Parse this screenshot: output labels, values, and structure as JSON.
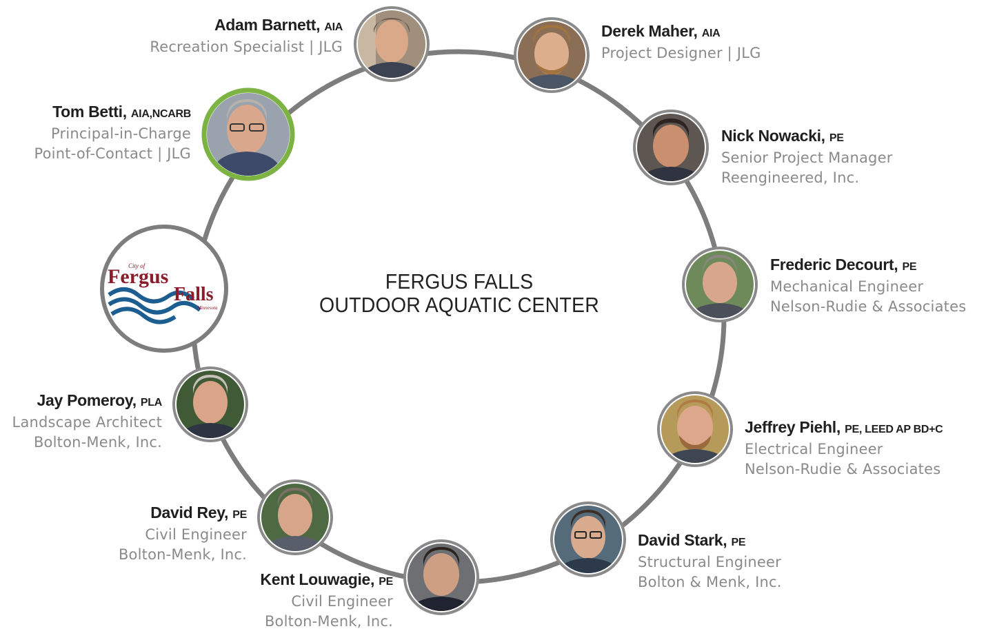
{
  "title": {
    "line1": "FERGUS FALLS",
    "line2": "OUTDOOR AQUATIC CENTER"
  },
  "logo": {
    "small_text": "City of",
    "word1": "Fergus",
    "word2": "Falls",
    "state": "Minnesota"
  },
  "colors": {
    "ring": "#7d7d7d",
    "highlight_ring": "#7cb342",
    "logo_red": "#8a1c2b",
    "logo_blue": "#1d5e91"
  },
  "team": [
    {
      "id": "adam",
      "name": "Adam Barnett,",
      "credentials": "AIA",
      "role": "Recreation Specialist  |  JLG",
      "org": ""
    },
    {
      "id": "derek",
      "name": "Derek Maher,",
      "credentials": "AIA",
      "role": "Project Designer  |  JLG",
      "org": ""
    },
    {
      "id": "tom",
      "name": "Tom Betti,",
      "credentials": "AIA,NCARB",
      "role": "Principal-in-Charge",
      "org": "Point-of-Contact  |  JLG"
    },
    {
      "id": "nick",
      "name": "Nick Nowacki,",
      "credentials": "PE",
      "role": "Senior Project Manager",
      "org": "Reengineered, Inc."
    },
    {
      "id": "frederic",
      "name": "Frederic Decourt,",
      "credentials": "PE",
      "role": "Mechanical Engineer",
      "org": "Nelson-Rudie & Associates"
    },
    {
      "id": "jay",
      "name": "Jay Pomeroy,",
      "credentials": "PLA",
      "role": "Landscape Architect",
      "org": "Bolton-Menk, Inc."
    },
    {
      "id": "jeffrey",
      "name": "Jeffrey Piehl,",
      "credentials": "PE, LEED AP BD+C",
      "role": "Electrical Engineer",
      "org": "Nelson-Rudie & Associates"
    },
    {
      "id": "rey",
      "name": "David Rey,",
      "credentials": "PE",
      "role": "Civil Engineer",
      "org": "Bolton-Menk, Inc."
    },
    {
      "id": "stark",
      "name": "David Stark,",
      "credentials": "PE",
      "role": "Structural Engineer",
      "org": "Bolton & Menk, Inc."
    },
    {
      "id": "kent",
      "name": "Kent Louwagie,",
      "credentials": "PE",
      "role": "Civil Engineer",
      "org": "Bolton-Menk, Inc."
    }
  ]
}
